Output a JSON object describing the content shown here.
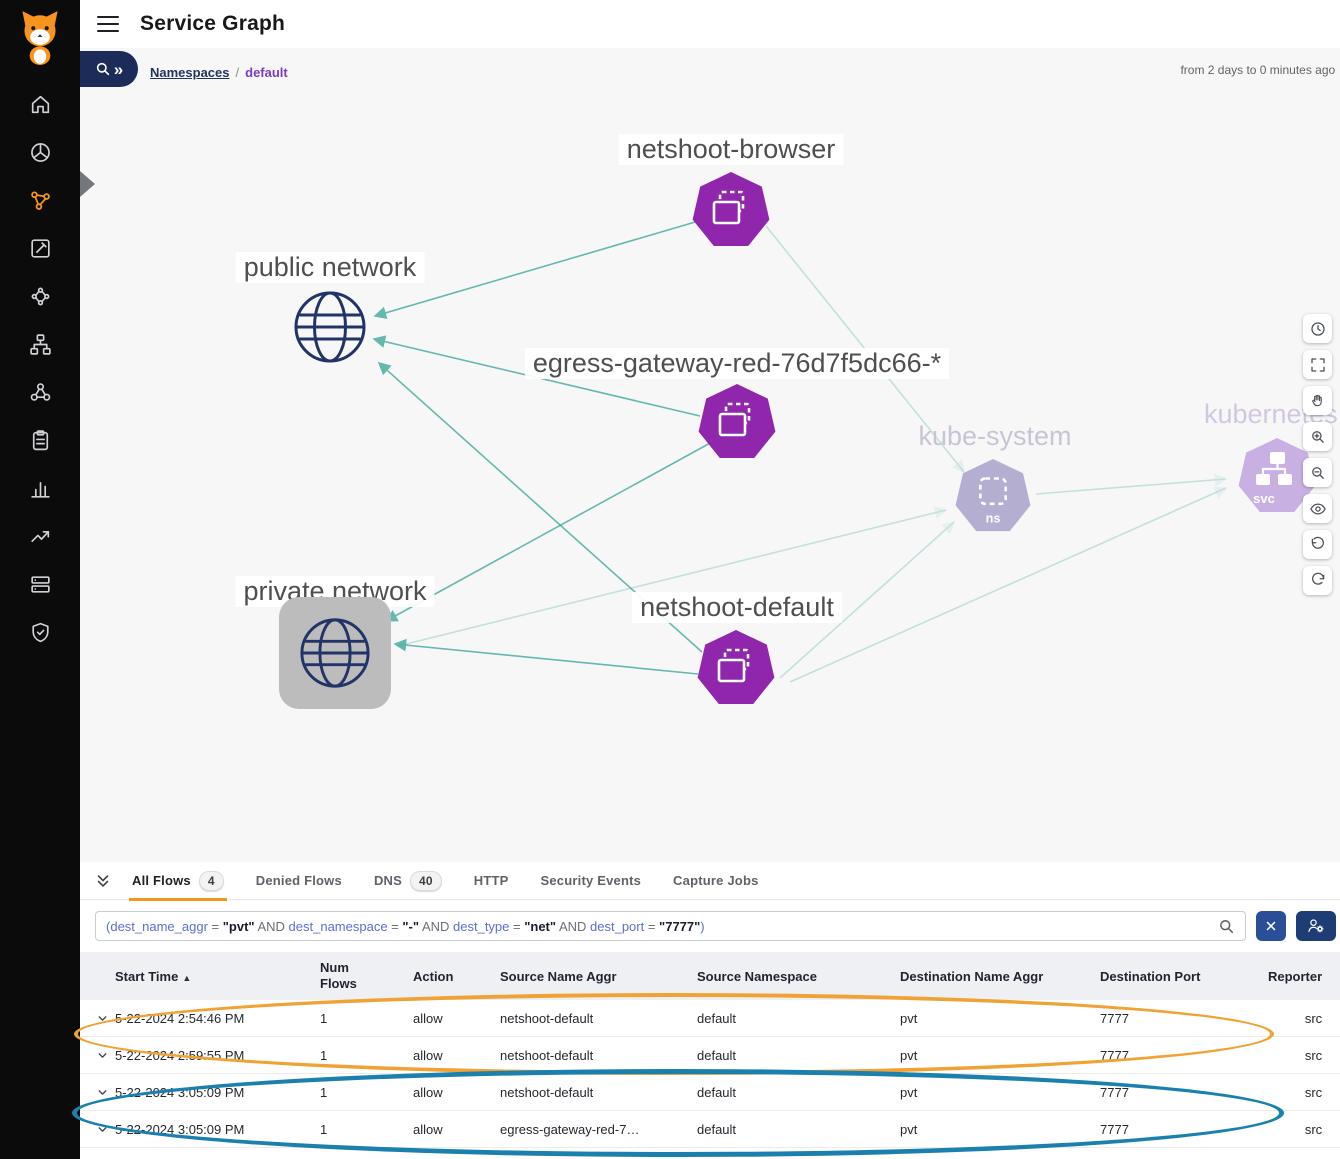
{
  "header": {
    "title": "Service Graph"
  },
  "canvas": {
    "breadcrumb": {
      "root": "Namespaces",
      "separator": "/",
      "current": "default"
    },
    "time_range": "from 2 days to 0 minutes ago",
    "search_expand": "»"
  },
  "graph": {
    "nodes": [
      {
        "label": "netshoot-browser",
        "type": "pod"
      },
      {
        "label": "public network",
        "type": "network"
      },
      {
        "label": "egress-gateway-red-76d7f5dc66-*",
        "type": "pod"
      },
      {
        "label": "kube-system",
        "type": "namespace",
        "badge": "ns"
      },
      {
        "label": "kubernetes",
        "type": "service",
        "badge": "svc"
      },
      {
        "label": "private network",
        "type": "network"
      },
      {
        "label": "netshoot-default",
        "type": "pod"
      }
    ]
  },
  "tabs": {
    "items": [
      {
        "label": "All Flows",
        "badge": "4"
      },
      {
        "label": "Denied Flows"
      },
      {
        "label": "DNS",
        "badge": "40"
      },
      {
        "label": "HTTP"
      },
      {
        "label": "Security Events"
      },
      {
        "label": "Capture Jobs"
      }
    ]
  },
  "filter": {
    "tokens": [
      {
        "text": "("
      },
      {
        "text": "dest_name_aggr"
      },
      {
        "text": " = "
      },
      {
        "text": "\"pvt\""
      },
      {
        "text": " AND "
      },
      {
        "text": "dest_namespace"
      },
      {
        "text": " = "
      },
      {
        "text": "\"-\""
      },
      {
        "text": " AND "
      },
      {
        "text": "dest_type"
      },
      {
        "text": " = "
      },
      {
        "text": "\"net\""
      },
      {
        "text": " AND "
      },
      {
        "text": "dest_port"
      },
      {
        "text": " = "
      },
      {
        "text": "\"7777\""
      },
      {
        "text": ")"
      }
    ]
  },
  "table": {
    "headers": {
      "start_time": "Start Time",
      "sort_arrow": "▲",
      "num_flows": "Num Flows",
      "action": "Action",
      "source_name_aggr": "Source Name Aggr",
      "source_namespace": "Source Namespace",
      "dest_name_aggr": "Destination Name Aggr",
      "dest_port": "Destination Port",
      "reporter": "Reporter"
    },
    "rows": [
      {
        "start_time": "5-22-2024 2:54:46 PM",
        "num_flows": "1",
        "action": "allow",
        "source_name_aggr": "netshoot-default",
        "source_namespace": "default",
        "dest_name_aggr": "pvt",
        "dest_port": "7777",
        "reporter": "src"
      },
      {
        "start_time": "5-22-2024 2:59:55 PM",
        "num_flows": "1",
        "action": "allow",
        "source_name_aggr": "netshoot-default",
        "source_namespace": "default",
        "dest_name_aggr": "pvt",
        "dest_port": "7777",
        "reporter": "src"
      },
      {
        "start_time": "5-22-2024 3:05:09 PM",
        "num_flows": "1",
        "action": "allow",
        "source_name_aggr": "netshoot-default",
        "source_namespace": "default",
        "dest_name_aggr": "pvt",
        "dest_port": "7777",
        "reporter": "src"
      },
      {
        "start_time": "5-22-2024 3:05:09 PM",
        "num_flows": "1",
        "action": "allow",
        "source_name_aggr": "egress-gateway-red-7…",
        "source_namespace": "default",
        "dest_name_aggr": "pvt",
        "dest_port": "7777",
        "reporter": "src"
      }
    ]
  }
}
